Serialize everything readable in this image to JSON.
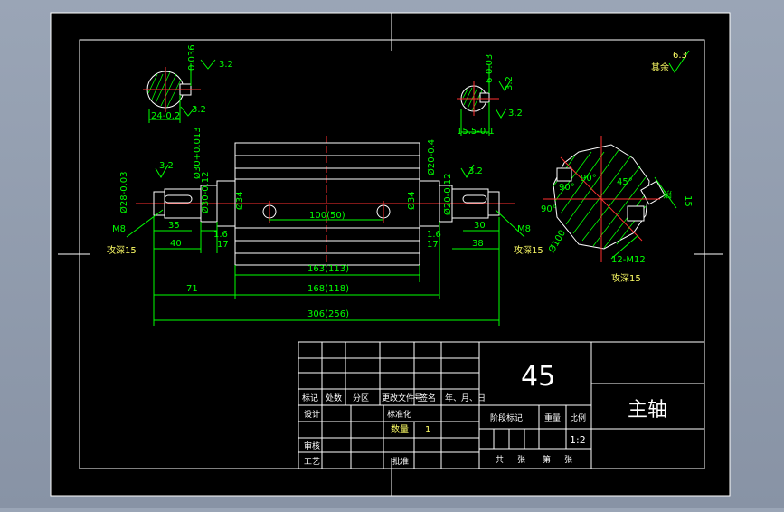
{
  "drawing": {
    "material": "45",
    "part_name": "主轴",
    "scale": "1:2",
    "quantity_label": "数量",
    "quantity": "1",
    "standardization_label": "标准化",
    "roughness_other": "其余",
    "roughness_other_value": "6.3"
  },
  "title_block": {
    "row_labels": [
      "标记",
      "处数",
      "分区",
      "更改文件号",
      "签名",
      "年、月、日"
    ],
    "design": "设计",
    "review": "审核",
    "process": "工艺",
    "approve": "批准",
    "stage_mark": "阶段标记",
    "weight": "重量",
    "ratio": "比例",
    "sheet_total": "共",
    "sheet_label": "张",
    "sheet_no": "第",
    "sheet_no_label": "张"
  },
  "dimensions": {
    "sec_left_width": "24-0.2",
    "sec_left_r1": "0.036",
    "sec_left_r2": "3.2",
    "sec_left_r3": "3.2",
    "sec_right_width": "15.5-0.1",
    "sec_right_r1": "6-0.03",
    "sec_right_r2": "3.2",
    "sec_right_r3": "3.2",
    "shaft_left_r": "3.2",
    "shaft_left_dia1": "Ø28-0.03",
    "shaft_left_dia2": "Ø30-0.12",
    "shaft_left_dia3": "Ø30+0.013",
    "shaft_left_dia4": "Ø34",
    "shaft_right_dia1": "Ø34",
    "shaft_right_dia2": "Ø20-0.4",
    "shaft_right_dia3": "Ø20-0.12",
    "shaft_right_r": "3.2",
    "center_dist": "100(50)",
    "l_35": "35",
    "l_40": "40",
    "l_17a": "17",
    "l_1_6": "1.6",
    "r_30": "30",
    "r_38": "38",
    "r_17b": "17",
    "r_1_6": "1.6",
    "len_163": "163(113)",
    "len_168": "168(118)",
    "len_71": "71",
    "len_total": "306(256)",
    "thread_left": "M8",
    "tap_left": "攻深15",
    "thread_right": "M8",
    "tap_right": "攻深15",
    "end_view_angle1": "90°",
    "end_view_angle2": "90°",
    "end_view_angle3": "45°",
    "end_view_dia": "Ø100",
    "end_view_thread": "12-M12",
    "end_view_tap": "攻深15",
    "end_view_depth1": "深",
    "end_view_depth2": "15"
  }
}
